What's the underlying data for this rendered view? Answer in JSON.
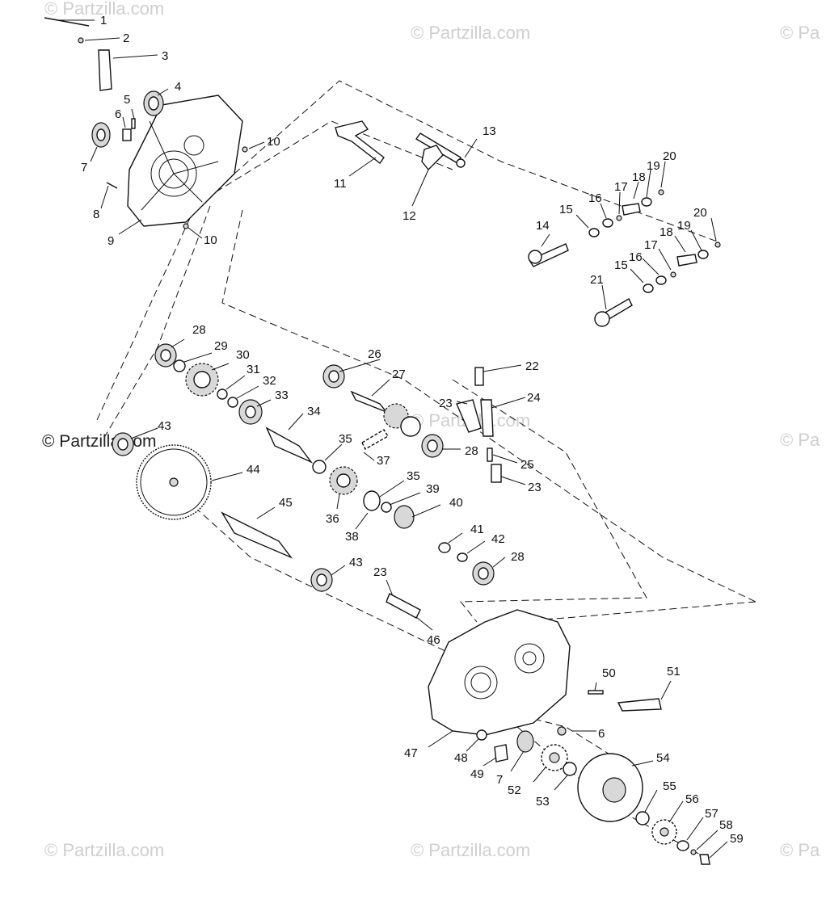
{
  "watermarks": {
    "main": "© Partzilla.com",
    "faint": "© Partzilla.com",
    "faint_cut": "© Pa"
  },
  "callouts": [
    {
      "id": "c1",
      "text": "1"
    },
    {
      "id": "c2",
      "text": "2"
    },
    {
      "id": "c3",
      "text": "3"
    },
    {
      "id": "c4",
      "text": "4"
    },
    {
      "id": "c5",
      "text": "5"
    },
    {
      "id": "c6",
      "text": "6"
    },
    {
      "id": "c7",
      "text": "7"
    },
    {
      "id": "c8",
      "text": "8"
    },
    {
      "id": "c9",
      "text": "9"
    },
    {
      "id": "c10a",
      "text": "10"
    },
    {
      "id": "c10b",
      "text": "10"
    },
    {
      "id": "c11",
      "text": "11"
    },
    {
      "id": "c12",
      "text": "12"
    },
    {
      "id": "c13",
      "text": "13"
    },
    {
      "id": "c14",
      "text": "14"
    },
    {
      "id": "c15a",
      "text": "15"
    },
    {
      "id": "c15b",
      "text": "15"
    },
    {
      "id": "c16a",
      "text": "16"
    },
    {
      "id": "c16b",
      "text": "16"
    },
    {
      "id": "c17a",
      "text": "17"
    },
    {
      "id": "c17b",
      "text": "17"
    },
    {
      "id": "c18a",
      "text": "18"
    },
    {
      "id": "c18b",
      "text": "18"
    },
    {
      "id": "c19a",
      "text": "19"
    },
    {
      "id": "c19b",
      "text": "19"
    },
    {
      "id": "c20a",
      "text": "20"
    },
    {
      "id": "c20b",
      "text": "20"
    },
    {
      "id": "c21",
      "text": "21"
    },
    {
      "id": "c22",
      "text": "22"
    },
    {
      "id": "c23a",
      "text": "23"
    },
    {
      "id": "c23b",
      "text": "23"
    },
    {
      "id": "c23c",
      "text": "23"
    },
    {
      "id": "c24",
      "text": "24"
    },
    {
      "id": "c25",
      "text": "25"
    },
    {
      "id": "c26",
      "text": "26"
    },
    {
      "id": "c27",
      "text": "27"
    },
    {
      "id": "c28a",
      "text": "28"
    },
    {
      "id": "c28b",
      "text": "28"
    },
    {
      "id": "c28c",
      "text": "28"
    },
    {
      "id": "c29",
      "text": "29"
    },
    {
      "id": "c30",
      "text": "30"
    },
    {
      "id": "c31",
      "text": "31"
    },
    {
      "id": "c32",
      "text": "32"
    },
    {
      "id": "c33",
      "text": "33"
    },
    {
      "id": "c34",
      "text": "34"
    },
    {
      "id": "c35a",
      "text": "35"
    },
    {
      "id": "c35b",
      "text": "35"
    },
    {
      "id": "c36",
      "text": "36"
    },
    {
      "id": "c37",
      "text": "37"
    },
    {
      "id": "c38",
      "text": "38"
    },
    {
      "id": "c39",
      "text": "39"
    },
    {
      "id": "c40",
      "text": "40"
    },
    {
      "id": "c41",
      "text": "41"
    },
    {
      "id": "c42",
      "text": "42"
    },
    {
      "id": "c43a",
      "text": "43"
    },
    {
      "id": "c43b",
      "text": "43"
    },
    {
      "id": "c44",
      "text": "44"
    },
    {
      "id": "c45",
      "text": "45"
    },
    {
      "id": "c46",
      "text": "46"
    },
    {
      "id": "c47",
      "text": "47"
    },
    {
      "id": "c48",
      "text": "48"
    },
    {
      "id": "c49",
      "text": "49"
    },
    {
      "id": "c50",
      "text": "50"
    },
    {
      "id": "c51",
      "text": "51"
    },
    {
      "id": "c52",
      "text": "52"
    },
    {
      "id": "c53",
      "text": "53"
    },
    {
      "id": "c54",
      "text": "54"
    },
    {
      "id": "c55",
      "text": "55"
    },
    {
      "id": "c56",
      "text": "56"
    },
    {
      "id": "c57",
      "text": "57"
    },
    {
      "id": "c58",
      "text": "58"
    },
    {
      "id": "c59",
      "text": "59"
    },
    {
      "id": "c6b",
      "text": "6"
    },
    {
      "id": "c7b",
      "text": "7"
    }
  ]
}
